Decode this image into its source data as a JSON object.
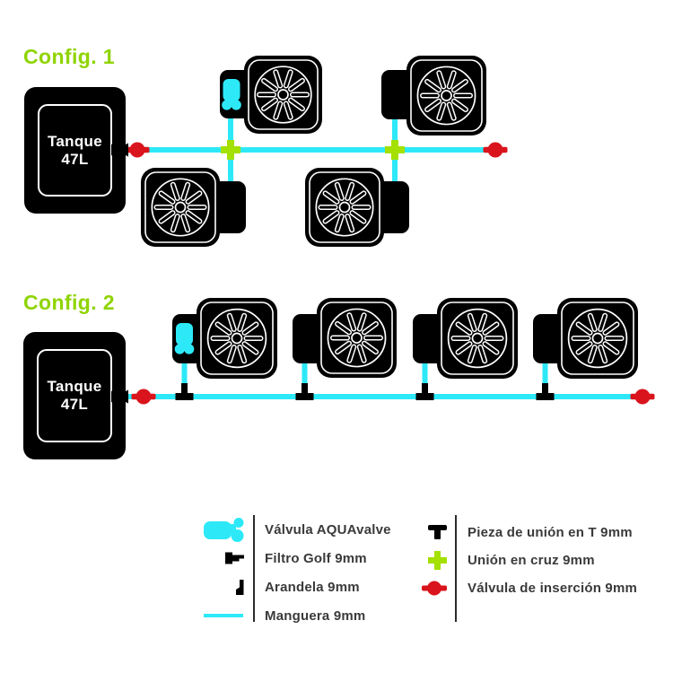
{
  "colors": {
    "cyan": "#2de9f8",
    "green_title": "#8fd400",
    "green_union": "#a4e000",
    "red": "#d9141c",
    "black": "#000000",
    "white": "#ffffff",
    "text": "#3a3a3a",
    "divider": "#2b2b2b",
    "background": "#ffffff"
  },
  "config1": {
    "title": "Config. 1",
    "pot_count": 4,
    "tank": {
      "line1": "Tanque",
      "line2": "47L"
    }
  },
  "config2": {
    "title": "Config. 2",
    "pot_count": 4,
    "tank": {
      "line1": "Tanque",
      "line2": "47L"
    }
  },
  "legend": {
    "left": [
      {
        "icon": "aquavalve-icon",
        "label": "Válvula AQUAvalve"
      },
      {
        "icon": "golf-filter-icon",
        "label": "Filtro Golf 9mm"
      },
      {
        "icon": "washer-icon",
        "label": "Arandela 9mm"
      },
      {
        "icon": "hose-icon",
        "label": "Manguera 9mm"
      }
    ],
    "right": [
      {
        "icon": "tee-union-icon",
        "label": "Pieza de unión en T 9mm"
      },
      {
        "icon": "cross-union-icon",
        "label": "Unión en cruz 9mm"
      },
      {
        "icon": "insertion-valve-icon",
        "label": "Válvula de inserción 9mm"
      }
    ]
  }
}
